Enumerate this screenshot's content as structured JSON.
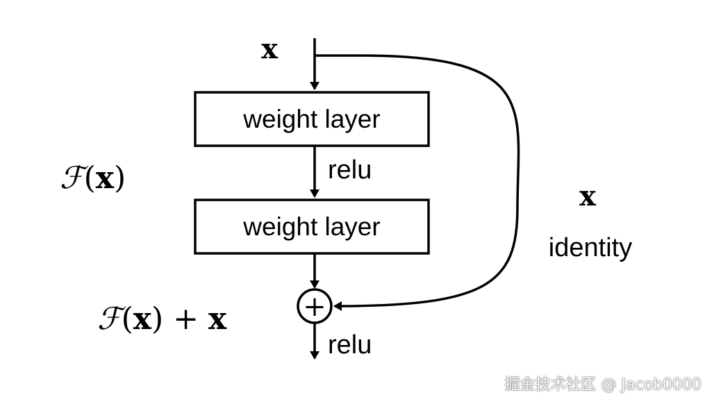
{
  "diagram": {
    "input_label": "x",
    "layer_1_label": "weight layer",
    "activation_1_label": "relu",
    "layer_2_label": "weight layer",
    "residual_function_label": {
      "script": "ℱ",
      "open": "(",
      "var": "x",
      "close": ")"
    },
    "sum_label": {
      "script": "ℱ",
      "open": "(",
      "var": "x",
      "close": ")",
      "plus": "+",
      "var2": "x"
    },
    "add_symbol": "+",
    "output_activation_label": "relu",
    "shortcut_var_label": "x",
    "shortcut_name_label": "identity",
    "stroke_color": "#000000",
    "background_color": "#ffffff"
  },
  "watermark": {
    "text": "掘金技术社区 @ Jacob0000"
  }
}
